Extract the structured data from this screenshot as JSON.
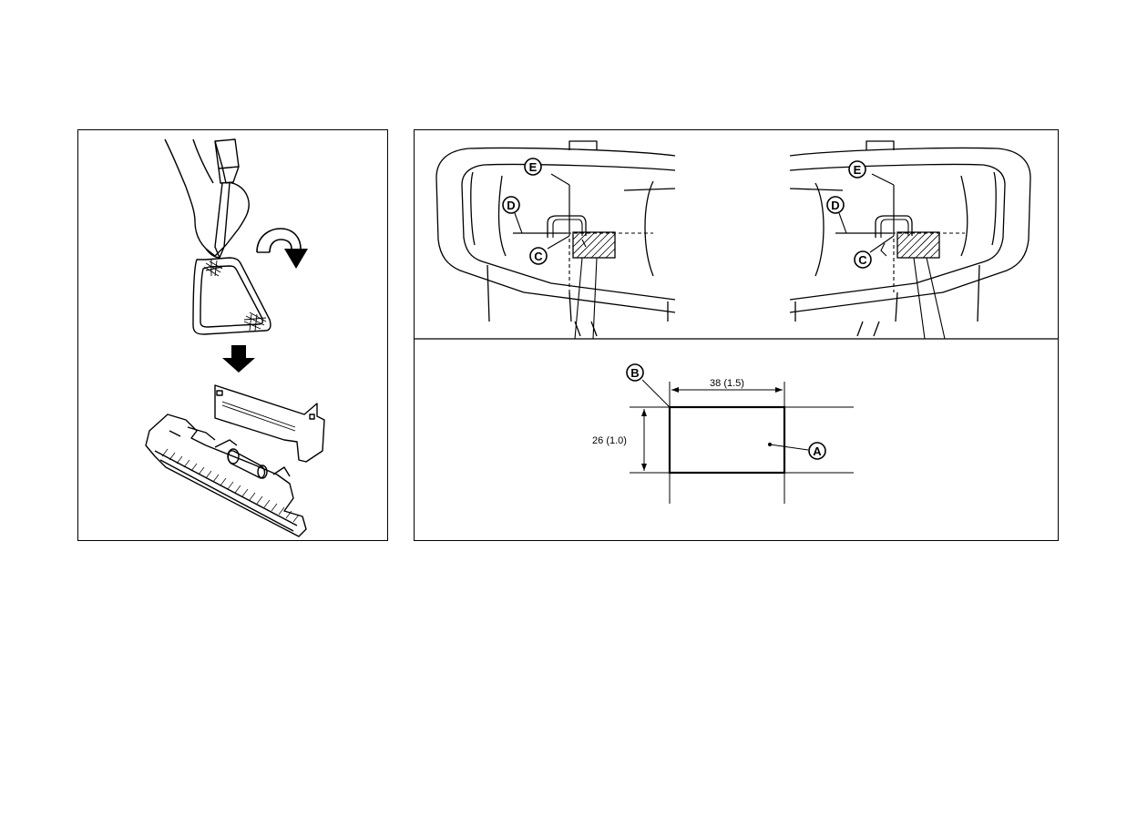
{
  "labels": {
    "a": "A",
    "b": "B",
    "c": "C",
    "d": "D",
    "e": "E"
  },
  "dimensions": {
    "width": "38 (1.5)",
    "height": "26 (1.0)"
  },
  "colors": {
    "line": "#000000",
    "background": "#ffffff"
  }
}
